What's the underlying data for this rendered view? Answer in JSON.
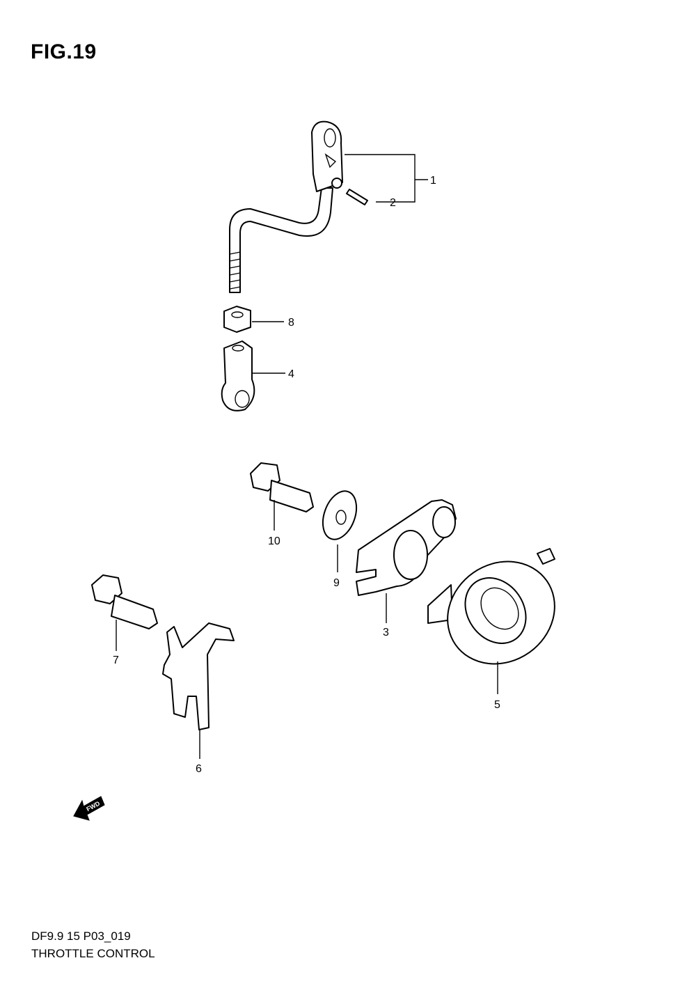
{
  "figure": {
    "title": "FIG.19",
    "model_code": "DF9.9 15 P03_019",
    "name": "THROTTLE CONTROL"
  },
  "callouts": [
    "1",
    "2",
    "3",
    "4",
    "5",
    "6",
    "7",
    "8",
    "9",
    "10"
  ],
  "fwd_arrow": {
    "label": "FWD",
    "icon": "fwd-arrow-icon"
  }
}
